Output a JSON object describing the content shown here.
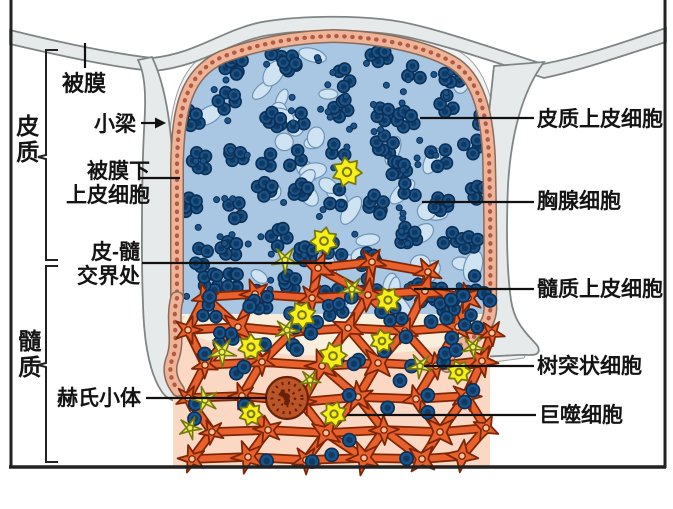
{
  "diagram_subject": "thymus-lobule-histology",
  "left_labels": {
    "capsule": "被膜",
    "cortex_region": "皮质",
    "trabecula": "小梁",
    "subcapsular": {
      "line1": "被膜下",
      "line2": "上皮细胞"
    },
    "junction": {
      "line1": "皮-髓",
      "line2": "交界处"
    },
    "medulla_region": "髓质",
    "hassall": "赫氏小体"
  },
  "right_labels": {
    "cortical_epithelial": "皮质上皮细胞",
    "thymocyte": "胸腺细胞",
    "medullary_epithelial": "髓质上皮细胞",
    "dendritic": "树突状细胞",
    "macrophage": "巨噬细胞"
  },
  "palette": {
    "capsule_gray": "#e7eaea",
    "capsule_edge": "#7f8585",
    "interspace": "#f0f2f2",
    "cortex_bg": "#a9c6e3",
    "reticular_pale": "#cfe3f2",
    "reticular_edge": "#6e93b5",
    "navy": "#1a548a",
    "navy_dark": "#0c2f55",
    "navy_core": "#0e3a63",
    "border_salmon": "#eeb49a",
    "border_dot": "#b35a40",
    "border_edge": "#8a6a58",
    "medulla_pink": "#fbd8c4",
    "medulla_cream": "#f8eedb",
    "orange": "#e8612c",
    "orange_dark": "#7d2606",
    "orange_core": "#f3c39c",
    "yellow": "#f8ee18",
    "yellow_dark": "#77770f",
    "star_yellow": "#e9ef55",
    "hassall_brown": "#bc5526",
    "hassall_dark": "#69200a",
    "leader_line": "#111111",
    "frame": "#222222"
  }
}
